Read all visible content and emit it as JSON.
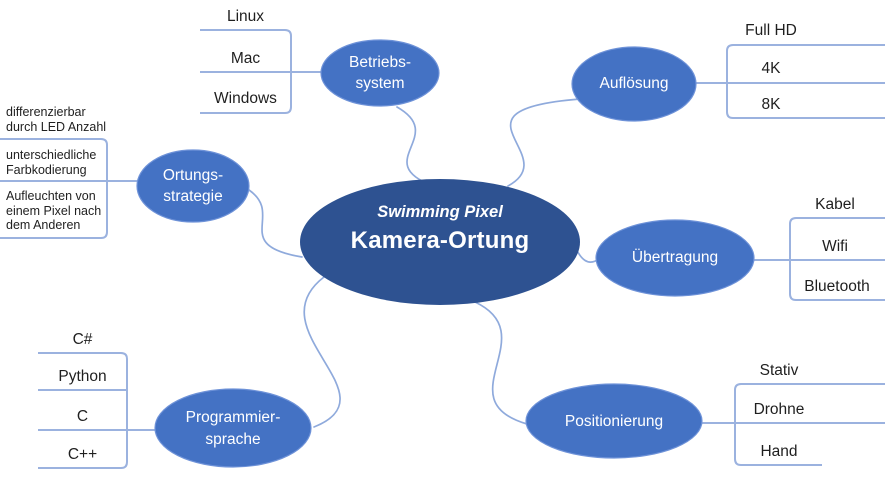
{
  "center": {
    "subtitle": "Swimming Pixel",
    "title": "Kamera-Ortung"
  },
  "branches": {
    "betriebssystem": {
      "label_lines": [
        "Betriebs-",
        "system"
      ],
      "children": [
        "Linux",
        "Mac",
        "Windows"
      ]
    },
    "aufloesung": {
      "label_lines": [
        "Auflösung"
      ],
      "children": [
        "Full HD",
        "4K",
        "8K"
      ]
    },
    "ortungsstrategie": {
      "label_lines": [
        "Ortungs-",
        "strategie"
      ],
      "children": [
        "differenzierbar durch LED Anzahl",
        "unterschiedliche Farbkodierung",
        "Aufleuchten von einem Pixel nach dem Anderen"
      ]
    },
    "uebertragung": {
      "label_lines": [
        "Übertragung"
      ],
      "children": [
        "Kabel",
        "Wifi",
        "Bluetooth"
      ]
    },
    "programmiersprache": {
      "label_lines": [
        "Programmier-",
        "sprache"
      ],
      "children": [
        "C#",
        "Python",
        "C",
        "C++"
      ]
    },
    "positionierung": {
      "label_lines": [
        "Positionierung"
      ],
      "children": [
        "Stativ",
        "Drohne",
        "Hand"
      ]
    }
  },
  "colors": {
    "background": "#FFFFFF",
    "center_fill": "#2E5291",
    "node_fill": "#4472C4",
    "node_stroke": "#6E92D8",
    "tree_line": "#9BB2DF",
    "curve_line": "#8FAADC",
    "leaf_text": "#1F1F1F",
    "node_text": "#FFFFFF"
  }
}
